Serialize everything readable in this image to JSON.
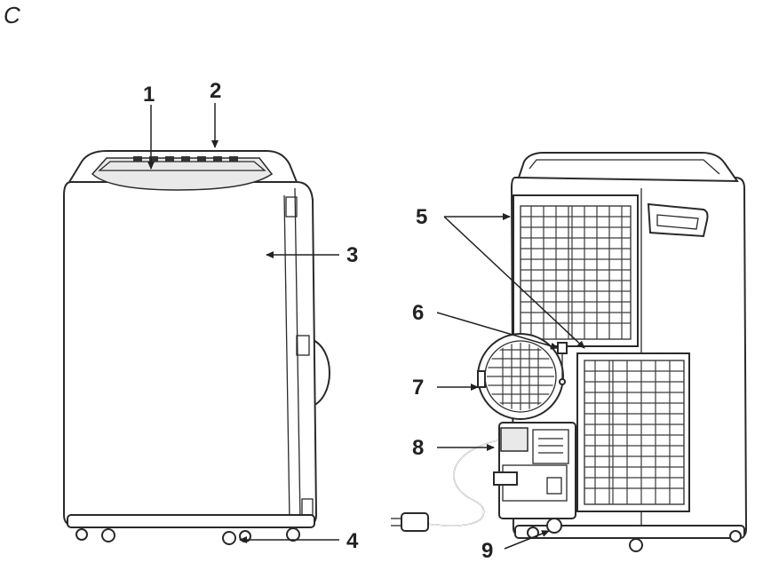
{
  "section_letter": "C",
  "callouts": [
    {
      "id": "1",
      "label": "1"
    },
    {
      "id": "2",
      "label": "2"
    },
    {
      "id": "3",
      "label": "3"
    },
    {
      "id": "4",
      "label": "4"
    },
    {
      "id": "5",
      "label": "5"
    },
    {
      "id": "6",
      "label": "6"
    },
    {
      "id": "7",
      "label": "7"
    },
    {
      "id": "8",
      "label": "8"
    },
    {
      "id": "9",
      "label": "9"
    }
  ],
  "colors": {
    "line": "#2a2a2a",
    "background": "#ffffff"
  }
}
